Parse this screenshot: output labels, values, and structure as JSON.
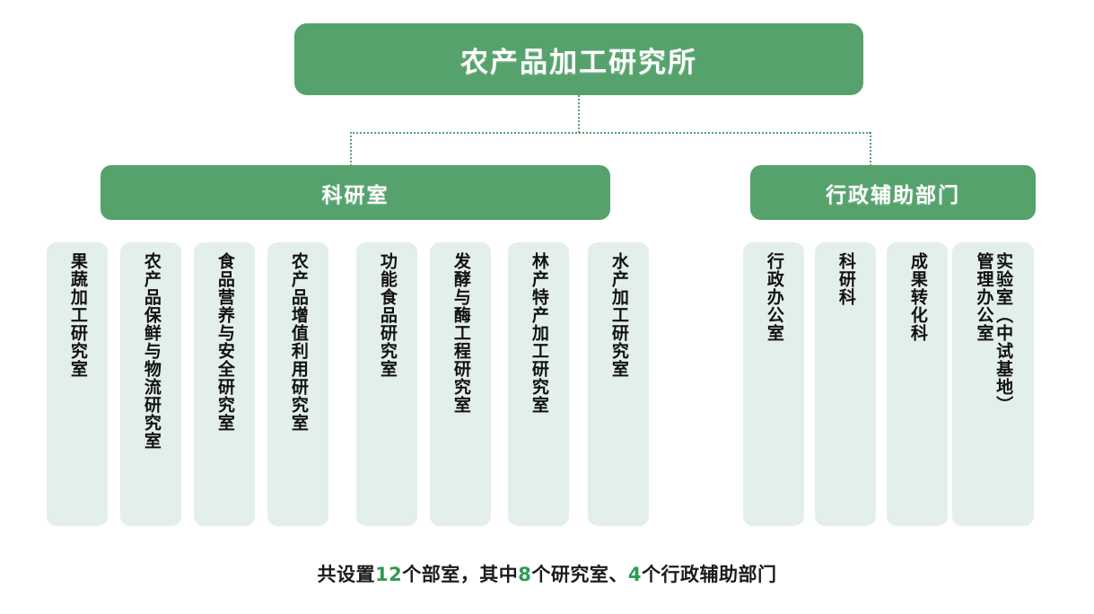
{
  "root": {
    "label": "农产品加工研究所"
  },
  "branches": [
    {
      "id": "research",
      "label": "科研室"
    },
    {
      "id": "admin",
      "label": "行政辅助部门"
    }
  ],
  "research_units": [
    {
      "label": "果蔬加工研究室"
    },
    {
      "label": "农产品保鲜与物流研究室"
    },
    {
      "label": "食品营养与安全研究室"
    },
    {
      "label": "农产品增值利用研究室"
    },
    {
      "label": "功能食品研究室"
    },
    {
      "label": "发酵与酶工程研究室"
    },
    {
      "label": "林产特产加工研究室"
    },
    {
      "label": "水产加工研究室"
    }
  ],
  "admin_units": [
    {
      "label": "行政办公室"
    },
    {
      "label": "科研科"
    },
    {
      "label": "成果转化科"
    },
    {
      "label": "实验室（中试基地）\n管理办公室"
    }
  ],
  "caption": {
    "part1": "共设置",
    "total": "12",
    "part2": "个部室，其中",
    "research_count": "8",
    "part3": "个研究室、",
    "admin_count": "4",
    "part4": "个行政辅助部门"
  },
  "colors": {
    "green": "#55a26c",
    "leaf_fill": "#e3efe9",
    "accent_number": "#2e9b52",
    "connector": "#55a26c"
  }
}
